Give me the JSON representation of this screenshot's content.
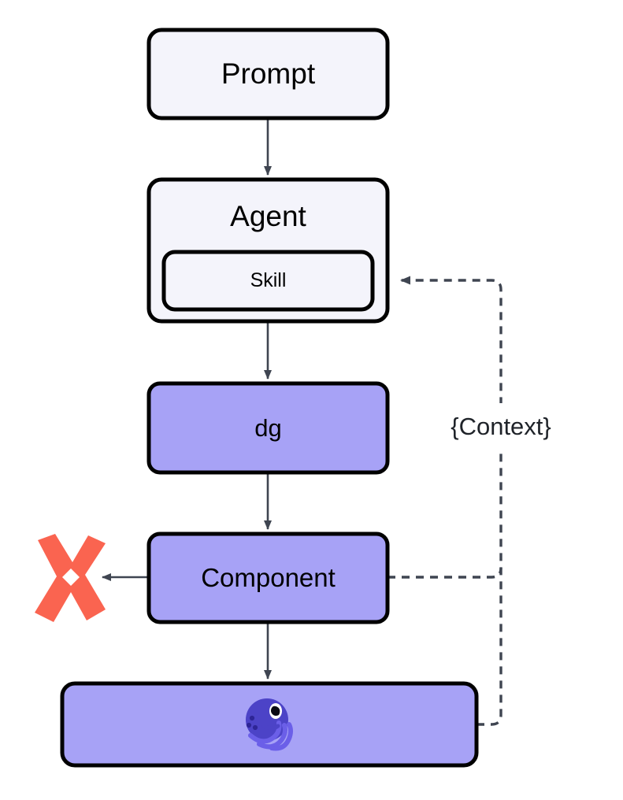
{
  "diagram": {
    "type": "flowchart",
    "title": "Agent skill to Dagster component flow",
    "direction": "top-to-bottom",
    "nodes": [
      {
        "id": "prompt",
        "label": "Prompt",
        "shape": "rounded-rect",
        "fill": "#F4F4FB",
        "stroke": "#000000"
      },
      {
        "id": "agent",
        "label": "Agent",
        "shape": "rounded-rect",
        "fill": "#F4F4FB",
        "stroke": "#000000"
      },
      {
        "id": "skill",
        "label": "Skill",
        "shape": "rounded-rect",
        "fill": "#F4F4FB",
        "stroke": "#000000",
        "parent": "agent"
      },
      {
        "id": "dg",
        "label": "dg",
        "shape": "rounded-rect",
        "fill": "#A7A2F6",
        "stroke": "#000000"
      },
      {
        "id": "component",
        "label": "Component",
        "shape": "rounded-rect",
        "fill": "#A7A2F6",
        "stroke": "#000000"
      },
      {
        "id": "dagster",
        "label": "",
        "shape": "rounded-rect",
        "fill": "#A7A2F6",
        "stroke": "#000000",
        "icon": "dagster-octopus-icon"
      }
    ],
    "icons": [
      {
        "id": "axure-x",
        "name": "axure-x-icon",
        "color": "#FA6450"
      },
      {
        "id": "dagster-octopus",
        "name": "dagster-octopus-icon",
        "body_color": "#4C43C7",
        "tentacle_color": "#6B5FE8",
        "eye_color": "#FFFFFF",
        "pupil_color": "#000000"
      }
    ],
    "edges": [
      {
        "from": "prompt",
        "to": "agent",
        "style": "solid",
        "arrow": "end"
      },
      {
        "from": "agent",
        "to": "dg",
        "style": "solid",
        "arrow": "end"
      },
      {
        "from": "dg",
        "to": "component",
        "style": "solid",
        "arrow": "end"
      },
      {
        "from": "component",
        "to": "axure-x",
        "style": "solid",
        "arrow": "end"
      },
      {
        "from": "component",
        "to": "dagster",
        "style": "solid",
        "arrow": "end"
      },
      {
        "from": "component",
        "to": "skill",
        "style": "dashed",
        "arrow": "end",
        "label": "{Context}"
      },
      {
        "from": "dagster",
        "to": "skill",
        "style": "dashed",
        "arrow": "end",
        "label": "{Context}"
      }
    ],
    "edge_label": "{Context}",
    "colors": {
      "light_fill": "#F4F4FB",
      "purple_fill": "#A7A2F6",
      "stroke": "#000000",
      "arrow": "#3F4551",
      "accent_red": "#FA6450",
      "dagster_purple": "#4C43C7",
      "background": "#FFFFFF"
    }
  },
  "labels": {
    "prompt": "Prompt",
    "agent": "Agent",
    "skill": "Skill",
    "dg": "dg",
    "component": "Component",
    "context": "{Context}"
  }
}
